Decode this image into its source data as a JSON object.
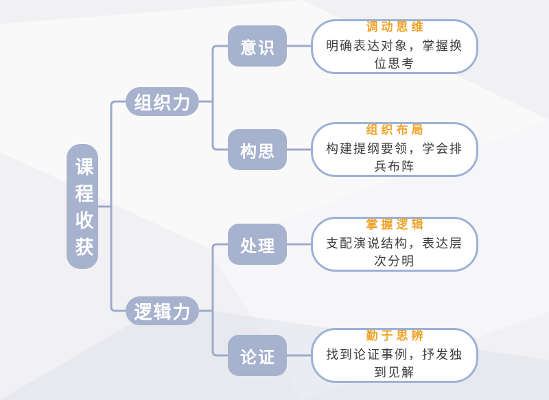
{
  "diagram": {
    "root": {
      "label": "课程收获"
    },
    "branches": [
      {
        "label": "组织力",
        "children": [
          {
            "label": "意识",
            "card": {
              "title": "调动思维",
              "line1": "明确表达对象，掌握换",
              "line2": "位思考"
            }
          },
          {
            "label": "构思",
            "card": {
              "title": "组织布局",
              "line1": "构建提纲要领，学会排",
              "line2": "兵布阵"
            }
          }
        ]
      },
      {
        "label": "逻辑力",
        "children": [
          {
            "label": "处理",
            "card": {
              "title": "掌握逻辑",
              "line1": "支配演说结构，表达层",
              "line2": "次分明"
            }
          },
          {
            "label": "论证",
            "card": {
              "title": "勤于思辨",
              "line1": "找到论证事例，抒发独",
              "line2": "到见解"
            }
          }
        ]
      }
    ],
    "colors": {
      "node_fill": "#a6b2ce",
      "node_text": "#ffffff",
      "connector": "#9dabc9",
      "card_border": "#9cb1d6",
      "card_title": "#f0a42c",
      "card_text": "#3b3b3b",
      "background": "#f1f1f4"
    }
  }
}
